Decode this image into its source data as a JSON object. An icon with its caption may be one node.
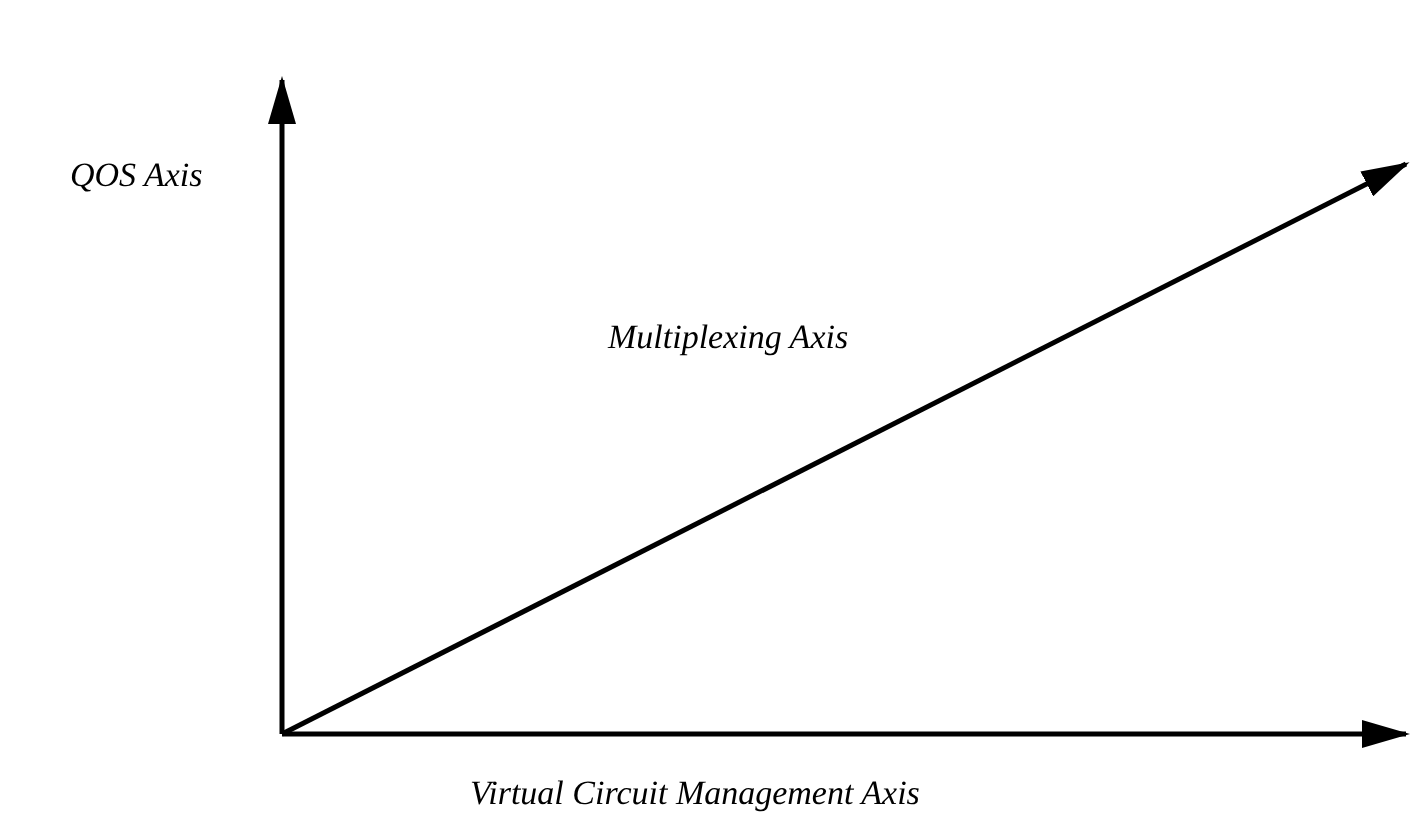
{
  "diagram": {
    "labels": [
      "QOS Axis",
      "Multiplexing Axis",
      "Virtual Circuit Management Axis"
    ]
  }
}
